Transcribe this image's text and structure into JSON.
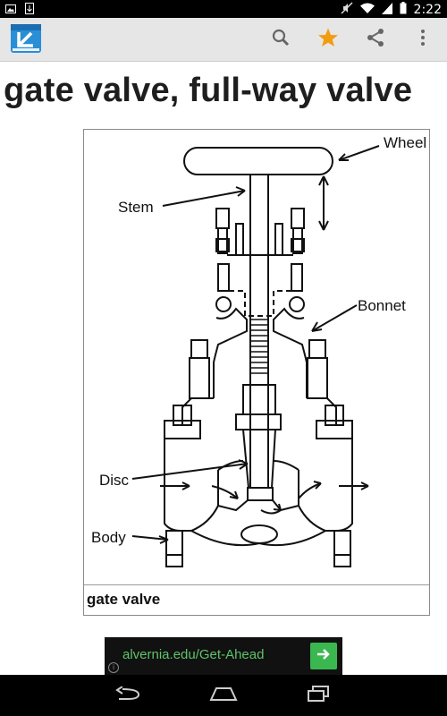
{
  "status_bar": {
    "time": "2:22"
  },
  "page": {
    "title": "gate valve, full-way valve"
  },
  "figure": {
    "labels": {
      "wheel": "Wheel",
      "stem": "Stem",
      "bonnet": "Bonnet",
      "disc": "Disc",
      "body": "Body"
    },
    "caption": "gate valve"
  },
  "ad": {
    "text": "alvernia.edu/Get-Ahead"
  },
  "colors": {
    "star": "#f39c12",
    "action_bar": "#e6e6e6",
    "ad_green": "#3bb74f"
  }
}
